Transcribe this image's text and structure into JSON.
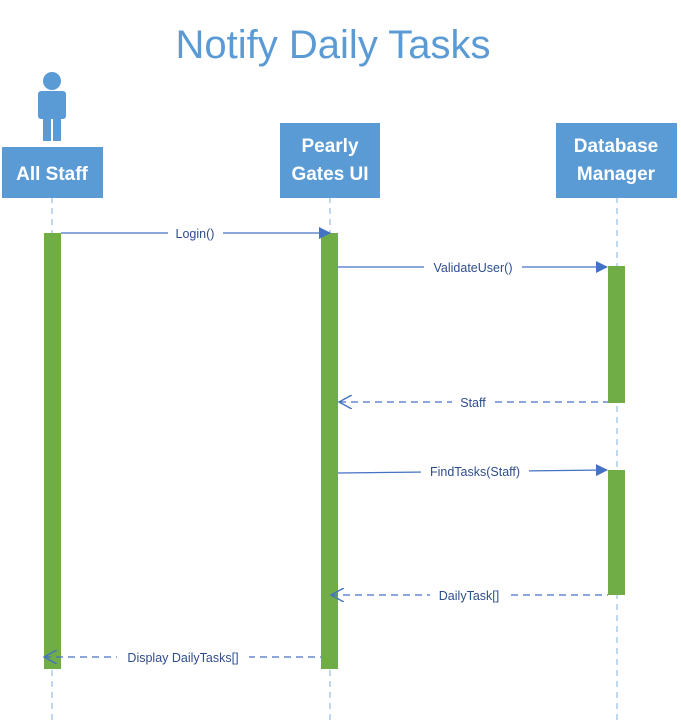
{
  "title": "Notify Daily Tasks",
  "colors": {
    "title": "#5b9bd5",
    "participant_fill": "#5b9bd5",
    "participant_text": "#ffffff",
    "activation": "#70ad47",
    "lifeline": "#9dc3e6",
    "message": "#4472c4",
    "label": "#2f4e8c"
  },
  "participants": [
    {
      "id": "staff",
      "label_lines": [
        "All Staff"
      ],
      "is_actor": true
    },
    {
      "id": "ui",
      "label_lines": [
        "Pearly",
        "Gates UI"
      ],
      "is_actor": false
    },
    {
      "id": "db",
      "label_lines": [
        "Database",
        "Manager"
      ],
      "is_actor": false
    }
  ],
  "messages": [
    {
      "from": "staff",
      "to": "ui",
      "label": "Login()",
      "kind": "call"
    },
    {
      "from": "ui",
      "to": "db",
      "label": "ValidateUser()",
      "kind": "call"
    },
    {
      "from": "db",
      "to": "ui",
      "label": "Staff",
      "kind": "return"
    },
    {
      "from": "ui",
      "to": "db",
      "label": "FindTasks(Staff)",
      "kind": "call"
    },
    {
      "from": "db",
      "to": "ui",
      "label": "DailyTask[]",
      "kind": "return"
    },
    {
      "from": "ui",
      "to": "staff",
      "label": "Display DailyTasks[]",
      "kind": "return"
    }
  ]
}
